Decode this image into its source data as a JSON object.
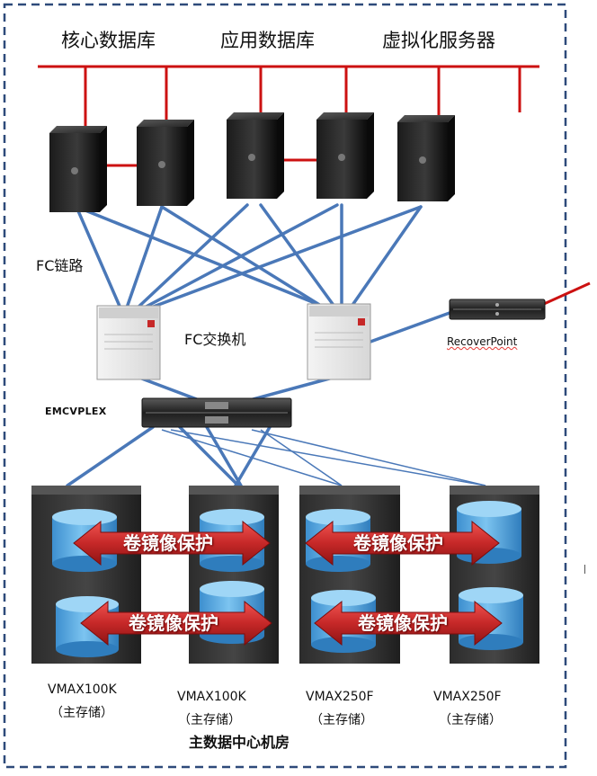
{
  "servers_group": {
    "core_db": "核心数据库",
    "app_db": "应用数据库",
    "virtual_servers": "虚拟化服务器"
  },
  "fc_link_label": "FC链路",
  "fc_switch_label": "FC交换机",
  "recoverpoint_label": "RecoverPoint",
  "vplex_label": "EMCVPLEX",
  "mirror_label": "卷镜像保护",
  "storage": [
    {
      "model": "VMAX100K",
      "role": "（主存储）"
    },
    {
      "model": "VMAX100K",
      "role": "（主存储）"
    },
    {
      "model": "VMAX250F",
      "role": "（主存储）"
    },
    {
      "model": "VMAX250F",
      "role": "（主存储）"
    }
  ],
  "room_label": "主数据中心机房",
  "colors": {
    "bus": "#cc1111",
    "fc_line": "#4a78b8",
    "border_dash": "#2e4a7a",
    "arrow": "#c62828",
    "disk": "#5aa9e0"
  }
}
